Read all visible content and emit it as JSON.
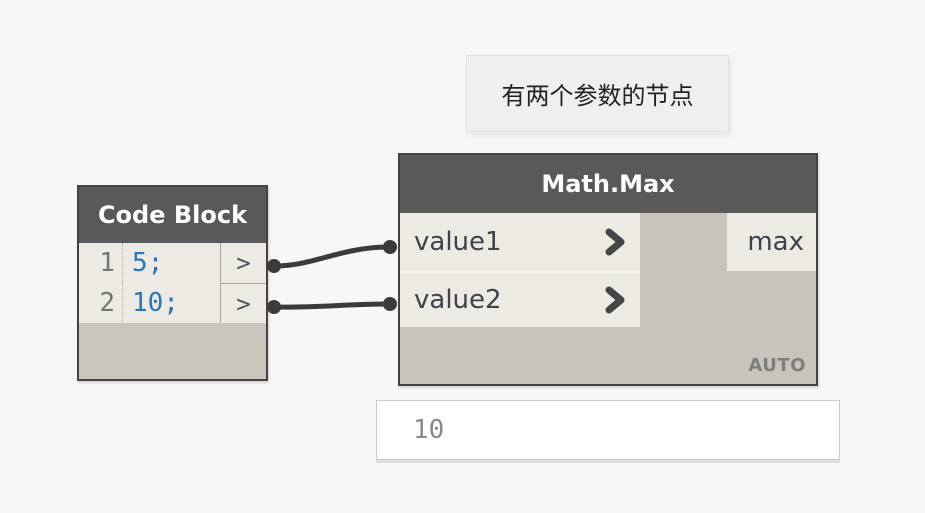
{
  "tooltip": {
    "text": "有两个参数的节点"
  },
  "code_block": {
    "title": "Code Block",
    "lines": [
      {
        "number": "1",
        "code": "5;"
      },
      {
        "number": "2",
        "code": "10;"
      }
    ],
    "port_glyph": ">"
  },
  "math_max": {
    "title": "Math.Max",
    "inputs": [
      {
        "label": "value1"
      },
      {
        "label": "value2"
      }
    ],
    "output_label": "max",
    "lacing_label": "AUTO"
  },
  "preview": {
    "value": "10"
  },
  "colors": {
    "canvas_bg": "#F7F7F6",
    "node_header": "#595959",
    "node_body": "#C8C4BB",
    "port_row_bg": "#EDEAE4",
    "node_border": "#434343",
    "wire": "#3B3B3B",
    "code_literal_blue": "#2577BE",
    "preview_text": "#8A8A8A"
  }
}
